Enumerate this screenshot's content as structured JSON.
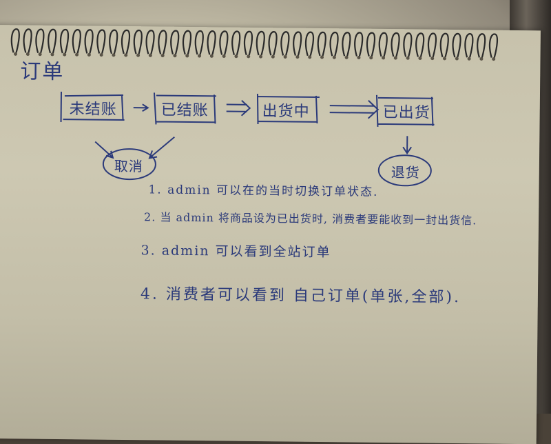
{
  "notebook": {
    "title": "订单",
    "flow": {
      "states": [
        "未结账",
        "已结账",
        "出货中",
        "已出货"
      ],
      "cancel": "取消",
      "return": "退货"
    },
    "notes": [
      "1. admin 可以在的当时切换订单状态.",
      "2. 当 admin 将商品设为已出货时, 消费者要能收到一封出货信.",
      "3. admin 可以看到全站订单",
      "4. 消费者可以看到 自己订单(单张,全部)."
    ]
  },
  "colors": {
    "ink": "#2b3a7a",
    "paper": "#c9c4ae",
    "spiral": "#2a2a2a"
  }
}
